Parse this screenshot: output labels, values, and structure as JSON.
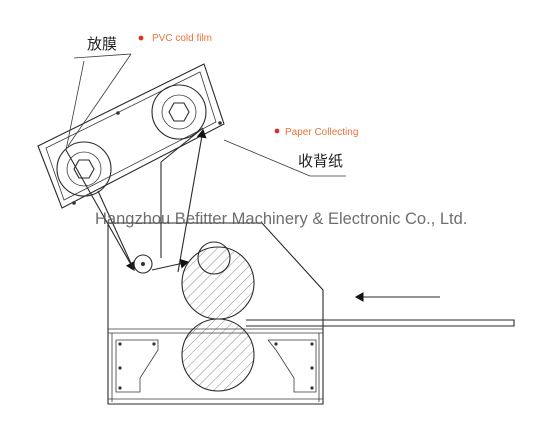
{
  "labels": {
    "film_release_cn": "放膜",
    "film_release_en": "PVC cold film",
    "paper_collecting_en": "Paper Collecting",
    "paper_collecting_cn": "收背纸"
  },
  "watermark": "Hangzhou Befitter Machinery & Electronic Co., Ltd.",
  "colors": {
    "label_accent": "#e8743b",
    "dot": "#d9342b",
    "line": "#2a2a2a"
  }
}
